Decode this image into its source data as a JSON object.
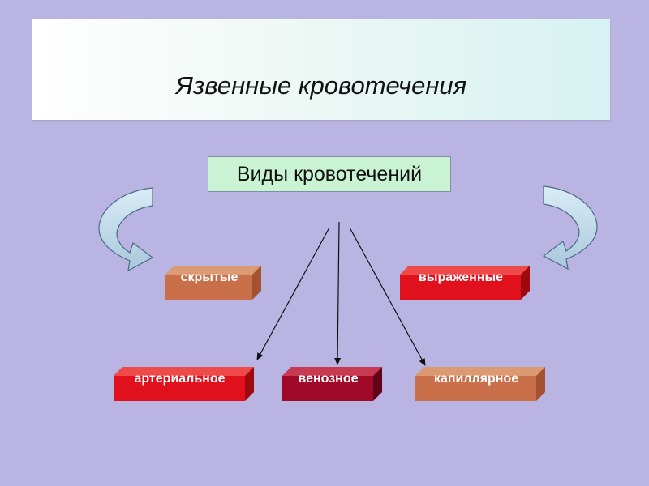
{
  "title": "Язвенные кровотечения",
  "subtitle": "Виды кровотечений",
  "categories": {
    "hidden": "скрытые",
    "obvious": "выраженные"
  },
  "types": {
    "arterial": "артериальное",
    "venous": "венозное",
    "capillary": "капиллярное"
  },
  "colors": {
    "background": "#b9b4e2",
    "red_block": "#e0101c",
    "dark_red_block": "#a00a28",
    "orange_block": "#c9704a",
    "subtitle_fill": "#c9f3d2",
    "curved_arrow_fill": "#b8d6e8"
  },
  "icons": [
    "curved-arrow-left-icon",
    "curved-arrow-right-icon",
    "arrow-down-icon"
  ]
}
